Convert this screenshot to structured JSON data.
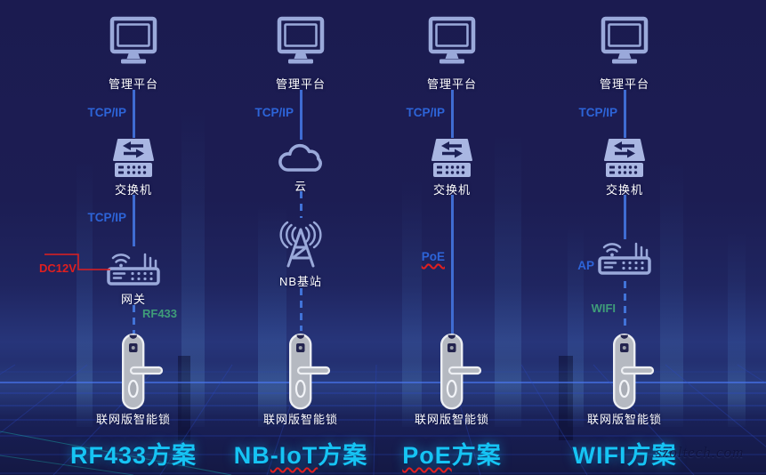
{
  "watermark": "szoltech.com",
  "colors": {
    "background": "#1b1b50",
    "icon": "#9aa9da",
    "connector_blue": "#3f6cd2",
    "protocol_blue": "#2d64d8",
    "green": "#3f9d79",
    "red": "#e01f1f",
    "title_cyan": "#16c4f4",
    "label_white": "#ffffff"
  },
  "columns": [
    {
      "title": {
        "pre": "RF433方案",
        "wavy": "",
        "post": ""
      },
      "platform_label": "管理平台",
      "link1_label": "TCP/IP",
      "node2_label": "交换机",
      "link2_label": "TCP/IP",
      "node3_label": "网关",
      "power_label": "DC12V",
      "link3_label": "RF433",
      "lock_label": "联网版智能锁"
    },
    {
      "title": {
        "pre": "NB",
        "wavy": "-IoT",
        "post": "方案"
      },
      "platform_label": "管理平台",
      "link1_label": "TCP/IP",
      "node2_label": "云",
      "node3_label": "NB基站",
      "lock_label": "联网版智能锁"
    },
    {
      "title": {
        "pre": "",
        "wavy": "PoE",
        "post": "方案"
      },
      "platform_label": "管理平台",
      "link1_label": "TCP/IP",
      "node2_label": "交换机",
      "link2_label": "PoE",
      "lock_label": "联网版智能锁"
    },
    {
      "title": {
        "pre": "WIFI方案",
        "wavy": "",
        "post": ""
      },
      "platform_label": "管理平台",
      "link1_label": "TCP/IP",
      "node2_label": "交换机",
      "node3_label": "AP",
      "link3_label": "WIFI",
      "lock_label": "联网版智能锁"
    }
  ]
}
